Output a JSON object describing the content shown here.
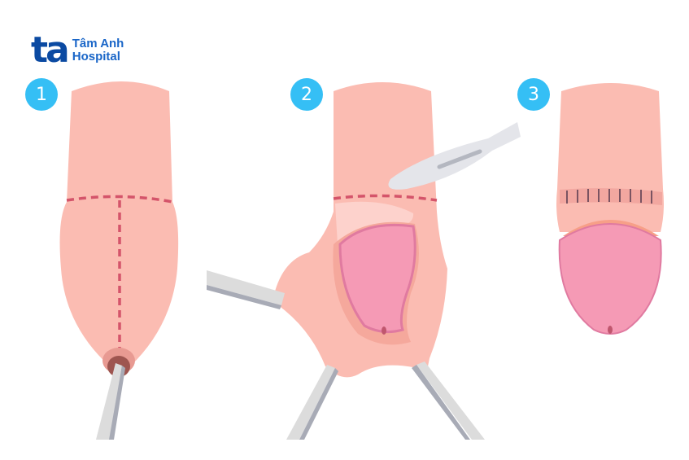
{
  "logo": {
    "mark": "ta",
    "line1": "Tâm Anh",
    "line2": "Hospital",
    "color": "#0b4aa2"
  },
  "steps": [
    {
      "number": "1",
      "description": "incision-marking"
    },
    {
      "number": "2",
      "description": "foreskin-retraction-and-cut"
    },
    {
      "number": "3",
      "description": "sutured-result"
    }
  ],
  "colors": {
    "badge": "#35bff5",
    "skin": "#fbbcb2",
    "skin_dark": "#f5a89c",
    "glans": "#f59ab5",
    "glans_edge": "#e07aa0",
    "incision_line": "#d4546a",
    "instrument": "#dcdcdc",
    "instrument_shadow": "#a8abb6"
  }
}
